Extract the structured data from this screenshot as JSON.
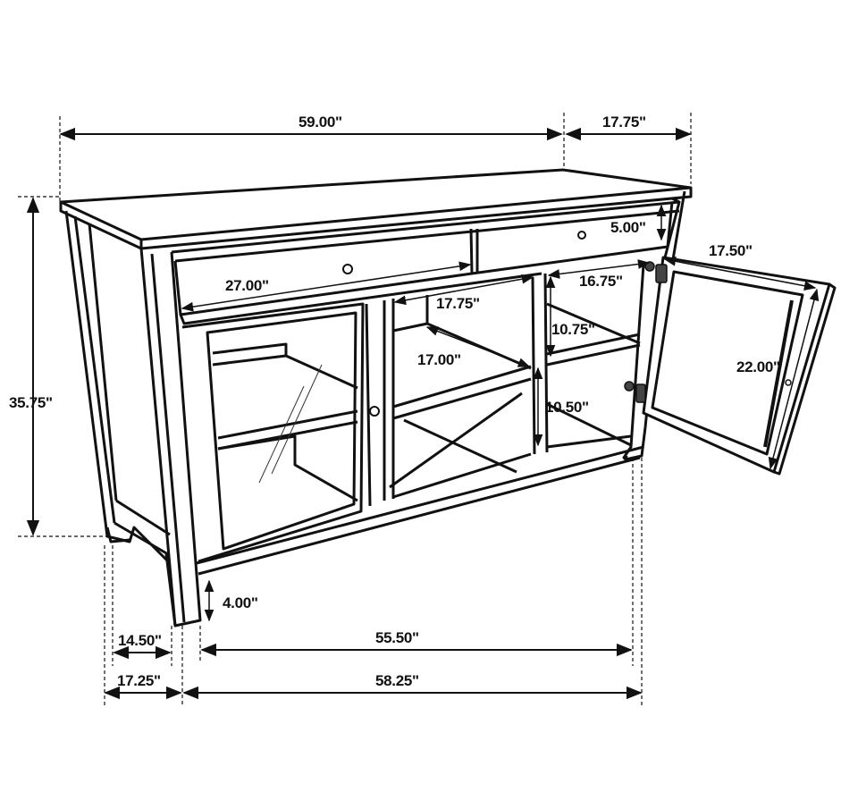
{
  "diagram": {
    "subject": "Sideboard / buffet cabinet with two drawers, two glass doors and an X-shelf center bay (one door open)",
    "line_color": "#111111",
    "background": "#ffffff",
    "dimensions": {
      "overall_width": "59.00\"",
      "overall_depth": "17.75\"",
      "overall_height": "35.75\"",
      "drawer_width": "27.00\"",
      "drawer_height": "5.00\"",
      "center_bay_width": "17.75\"",
      "center_bay_depth": "17.00\"",
      "right_bay_width": "16.75\"",
      "upper_shelf_height": "10.75\"",
      "lower_shelf_height": "10.50\"",
      "door_width": "17.50\"",
      "door_height": "22.00\"",
      "leg_clearance": "4.00\"",
      "inner_leg_depth": "14.50\"",
      "leg_outer_depth": "17.25\"",
      "inner_leg_width": "55.50\"",
      "leg_outer_width": "58.25\""
    }
  }
}
